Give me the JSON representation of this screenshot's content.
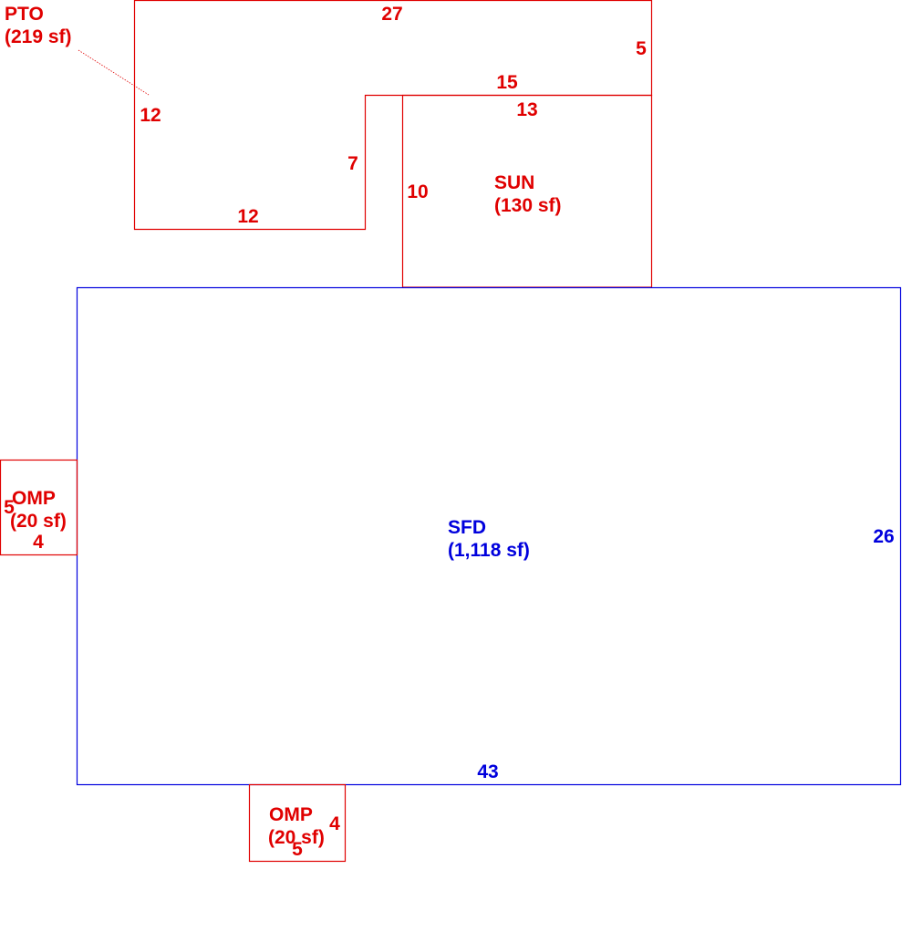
{
  "colors": {
    "accessory": "#e00000",
    "main": "#0000dd"
  },
  "areas": {
    "pto": {
      "code": "PTO",
      "area": "(219 sf)",
      "dims": [
        "27",
        "5",
        "15",
        "7",
        "12",
        "12"
      ]
    },
    "sun": {
      "code": "SUN",
      "area": "(130 sf)",
      "dims": [
        "13",
        "10"
      ]
    },
    "sfd": {
      "code": "SFD",
      "area": "(1,118 sf)",
      "dims": [
        "26",
        "43"
      ]
    },
    "omp_left": {
      "code": "OMP",
      "area": "(20 sf)",
      "dims": [
        "5",
        "4"
      ]
    },
    "omp_bottom": {
      "code": "OMP",
      "area": "(20 sf)",
      "dims": [
        "4",
        "5"
      ]
    }
  }
}
